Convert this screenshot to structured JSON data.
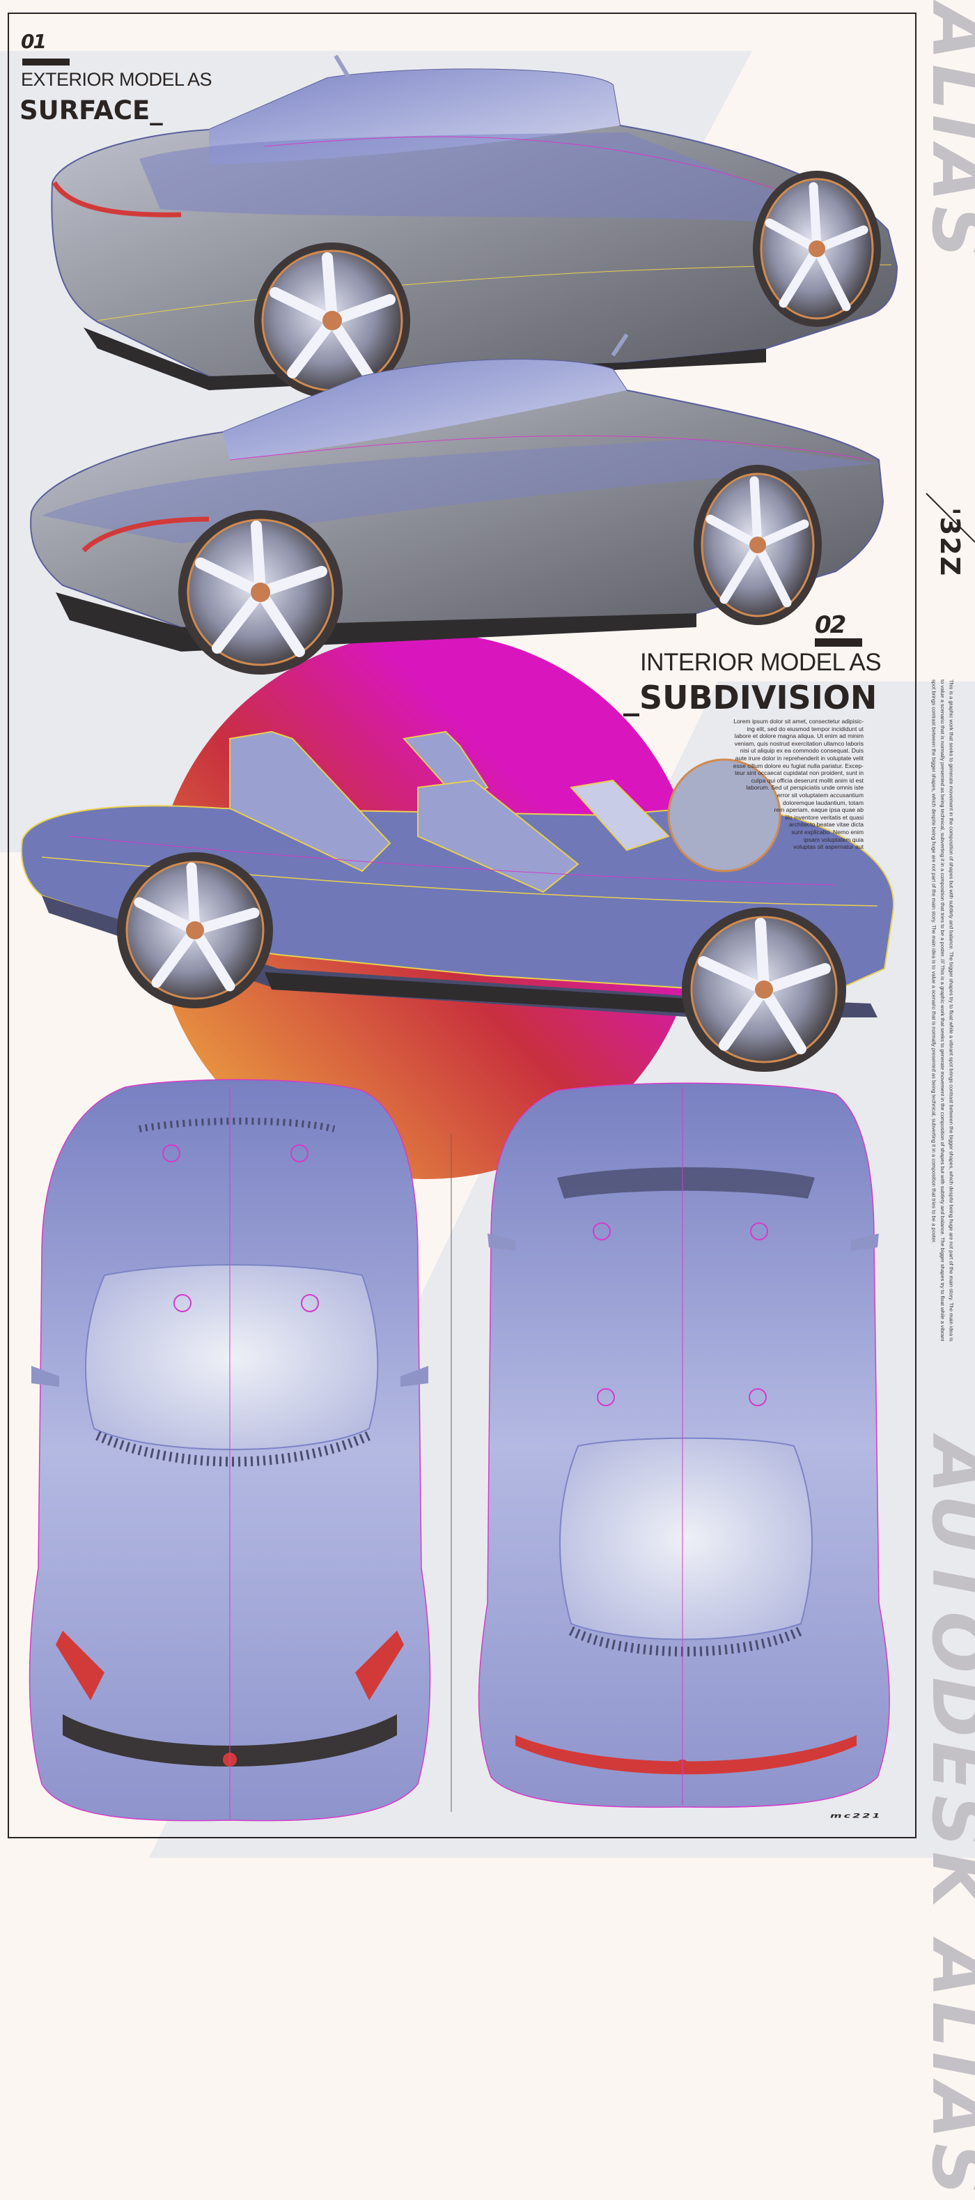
{
  "section1": {
    "number": "01",
    "heading": "EXTERIOR MODEL AS",
    "title": "SURFACE_"
  },
  "section2": {
    "number": "02",
    "heading": "INTERIOR MODEL AS",
    "title": "_SUBDIVISION",
    "body_lines": [
      "Lorem ipsum dolor sit amet, consectetur adipisic-",
      "ing elit, sed do eiusmod tempor incididunt ut",
      "labore et dolore magna aliqua. Ut enim ad minim",
      "veniam, quis nostrud exercitation ullamco laboris",
      "nisi ut aliquip ex ea commodo consequat. Duis",
      "aute irure dolor in reprehenderit in voluptate velit",
      "esse cillum dolore eu fugiat nulla pariatur. Excep-",
      "teur sint occaecat cupidatat non proident, sunt in",
      "culpa qui officia deserunt mollit anim id est",
      "laborum. Sed ut perspiciatis unde omnis iste",
      "error sit voluptatem accusantium",
      "doloremque laudantium, totam",
      "rem aperiam, eaque ipsa quae ab",
      "illo inventore veritatis et quasi",
      "architecto beatae vitae dicta",
      "sunt explicabo. Nemo enim",
      "ipsam voluptatem quia",
      "voluptas sit aspernatur aut"
    ]
  },
  "sidebar": {
    "brand_text": "AUTODESK ALIAS",
    "year_tag": "'32Z",
    "description_lines": [
      "This is a graphic work that seeks to generate movement in the composition of shapes but with subtlety and balance. The bigger shapes try to float while a vibrant spot brings contrast between the bigger shapes, which despite being huge are not part of the main story. The main idea is",
      "to value a scenario that is normally presented as being technical, subverting it in a composition that tries to be a poster. /// This is a graphic work that seeks to generate movement in the composition of shapes but with subtlety and balance. The bigger shapes try to float while a vibrant",
      "spot brings contrast between the bigger shapes, which despite being huge are not part of the main story. The main idea is to value a scenario that is normally presented as being technical, subverting it in a composition that tries to be a poster."
    ]
  },
  "signature": "mc221",
  "colors": {
    "background": "#fcf6f3",
    "panel_grey": "#e9eaee",
    "ink": "#2a2523",
    "circle_orange": "#eba040",
    "circle_red": "#c8303e",
    "circle_magenta": "#d916bd",
    "car_body_blue": "#8088c4",
    "wire_magenta": "#d43cc8",
    "wire_yellow": "#e8d050"
  },
  "images": [
    {
      "label": "exterior-side-view-rear-three-quarter"
    },
    {
      "label": "exterior-side-view-front-three-quarter"
    },
    {
      "label": "interior-subdivision-model"
    },
    {
      "label": "top-view-front"
    },
    {
      "label": "top-view-rear"
    }
  ]
}
